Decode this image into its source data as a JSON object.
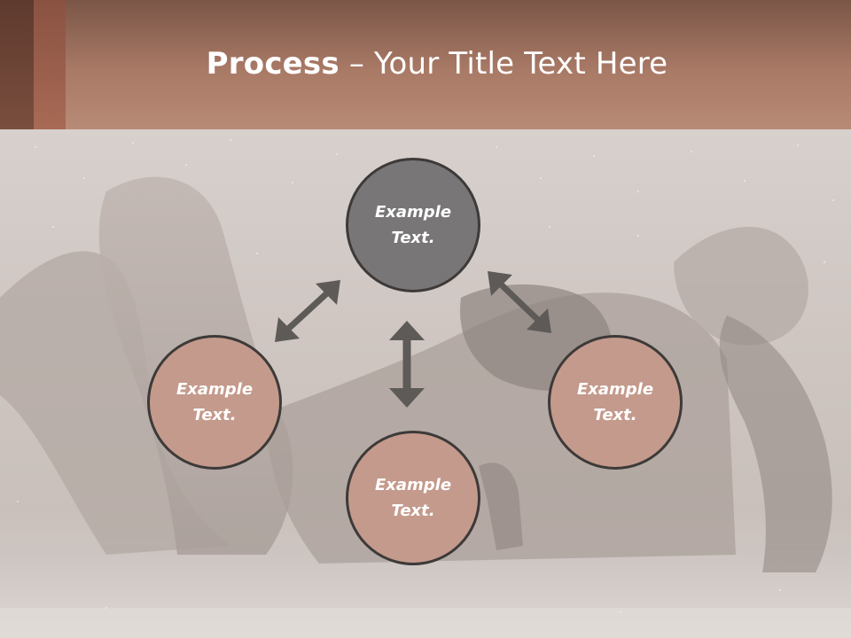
{
  "title": {
    "bold": "Process",
    "separator": " – ",
    "rest": "Your Title Text Here"
  },
  "nodes": {
    "top": {
      "line1": "Example",
      "line2": "Text."
    },
    "left": {
      "line1": "Example",
      "line2": "Text."
    },
    "right": {
      "line1": "Example",
      "line2": "Text."
    },
    "bottom": {
      "line1": "Example",
      "line2": "Text."
    }
  },
  "colors": {
    "header": "#b88b76",
    "node_gray": "#787676",
    "node_rose": "#c49a8c",
    "node_border": "#3d3a39",
    "arrow": "#5e5a58"
  }
}
